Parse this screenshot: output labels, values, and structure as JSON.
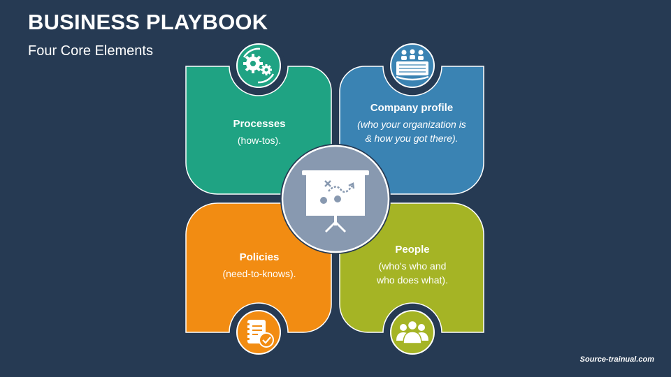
{
  "header": {
    "title": "BUSINESS PLAYBOOK",
    "subtitle": "Four Core Elements"
  },
  "quadrants": [
    {
      "id": "processes",
      "heading": "Processes",
      "description": "(how-tos).",
      "color": "#1fa383",
      "icon": "gears-icon"
    },
    {
      "id": "company-profile",
      "heading": "Company profile",
      "description_line1": "(who your organization is",
      "description_line2": "& how you got there).",
      "color": "#3a83b3",
      "icon": "audience-icon"
    },
    {
      "id": "policies",
      "heading": "Policies",
      "description": "(need-to-knows).",
      "color": "#f28c12",
      "icon": "checklist-icon"
    },
    {
      "id": "people",
      "heading": "People",
      "description_line1": "(who's who and",
      "description_line2": "who does what).",
      "color": "#a5b425",
      "icon": "team-icon"
    }
  ],
  "center": {
    "icon": "strategy-board-icon",
    "color": "#8899b0"
  },
  "footer": {
    "source": "Source-trainual.com"
  }
}
